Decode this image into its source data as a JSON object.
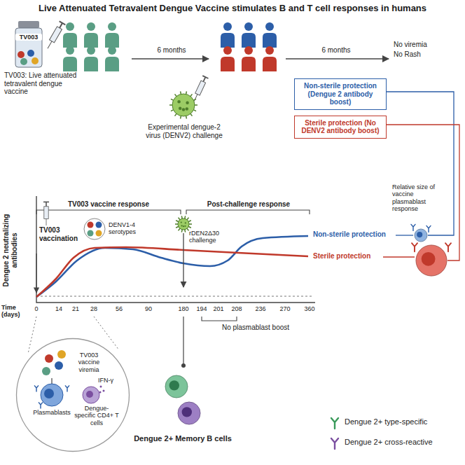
{
  "diagram": {
    "title": "Live Attenuated Tetravalent Dengue Vaccine stimulates B and T cell responses in humans",
    "nodes": [
      {
        "text": [
          "Non-sterile protection (Dengue 2 antibody boost)"
        ]
      },
      {
        "text": [
          "Sterile protection (No DENV2 antibody boost)"
        ]
      },
      {
        "text": [
          "TV003 vaccine viremia",
          "IFN-γ",
          "Plasmablasts",
          "Dengue-specific CD4+ T cells"
        ]
      }
    ],
    "labels": [
      "TV003",
      "TV003: Live attenuated tetravalent dengue vaccine",
      "6 months",
      "Experimental dengue-2 virus (DENV2) challenge",
      "6 months",
      "No viremia",
      "No Rash",
      "Dengue 2 neutralizing antibodies",
      "TV003 vaccine response",
      "Post-challenge response",
      "DENV1-4 serotypes",
      "TV003 vaccination",
      "rDEN2Δ30 challenge",
      "Non-sterile protection",
      "Sterile protection",
      "Relative size of vaccine plasmablast response",
      "Time (days)",
      "0",
      "14",
      "21",
      "28",
      "56",
      "90",
      "180",
      "194",
      "201",
      "208",
      "236",
      "270",
      "360",
      "No plasmablast boost",
      "Dengue 2+ type-specific",
      "Dengue 2+ cross-reactive",
      "Dengue 2+ Memory B cells"
    ]
  }
}
